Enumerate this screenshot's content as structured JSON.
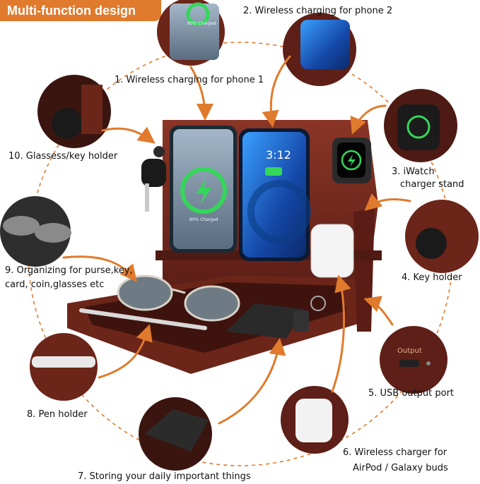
{
  "banner": {
    "title": "Multi-function design"
  },
  "features": {
    "f1": "1. Wireless charging for phone 1",
    "f2": "2. Wireless charging for phone 2",
    "f3_line1": "3. iWatch",
    "f3_line2": "charger stand",
    "f4": "4. Key holder",
    "f5": "5. USB output port",
    "f6_line1": "6. Wireless charger for",
    "f6_line2": "AirPod / Galaxy buds",
    "f7": "7. Storing your daily important things",
    "f8": "8. Pen holder",
    "f9_line1": "9. Organizing for purse,key,",
    "f9_line2": "card, coin,glasses etc",
    "f10": "10. Glassess/key holder"
  },
  "phone1": {
    "charge_text": "80% Charged"
  },
  "phone2": {
    "time": "3:12"
  },
  "port_label": "Output",
  "colors": {
    "accent": "#e07a2c",
    "wood": "#7a2e22",
    "wood_dark": "#4e1a14",
    "phone_blue": "#1e63c6",
    "charge_green": "#35d65a"
  }
}
